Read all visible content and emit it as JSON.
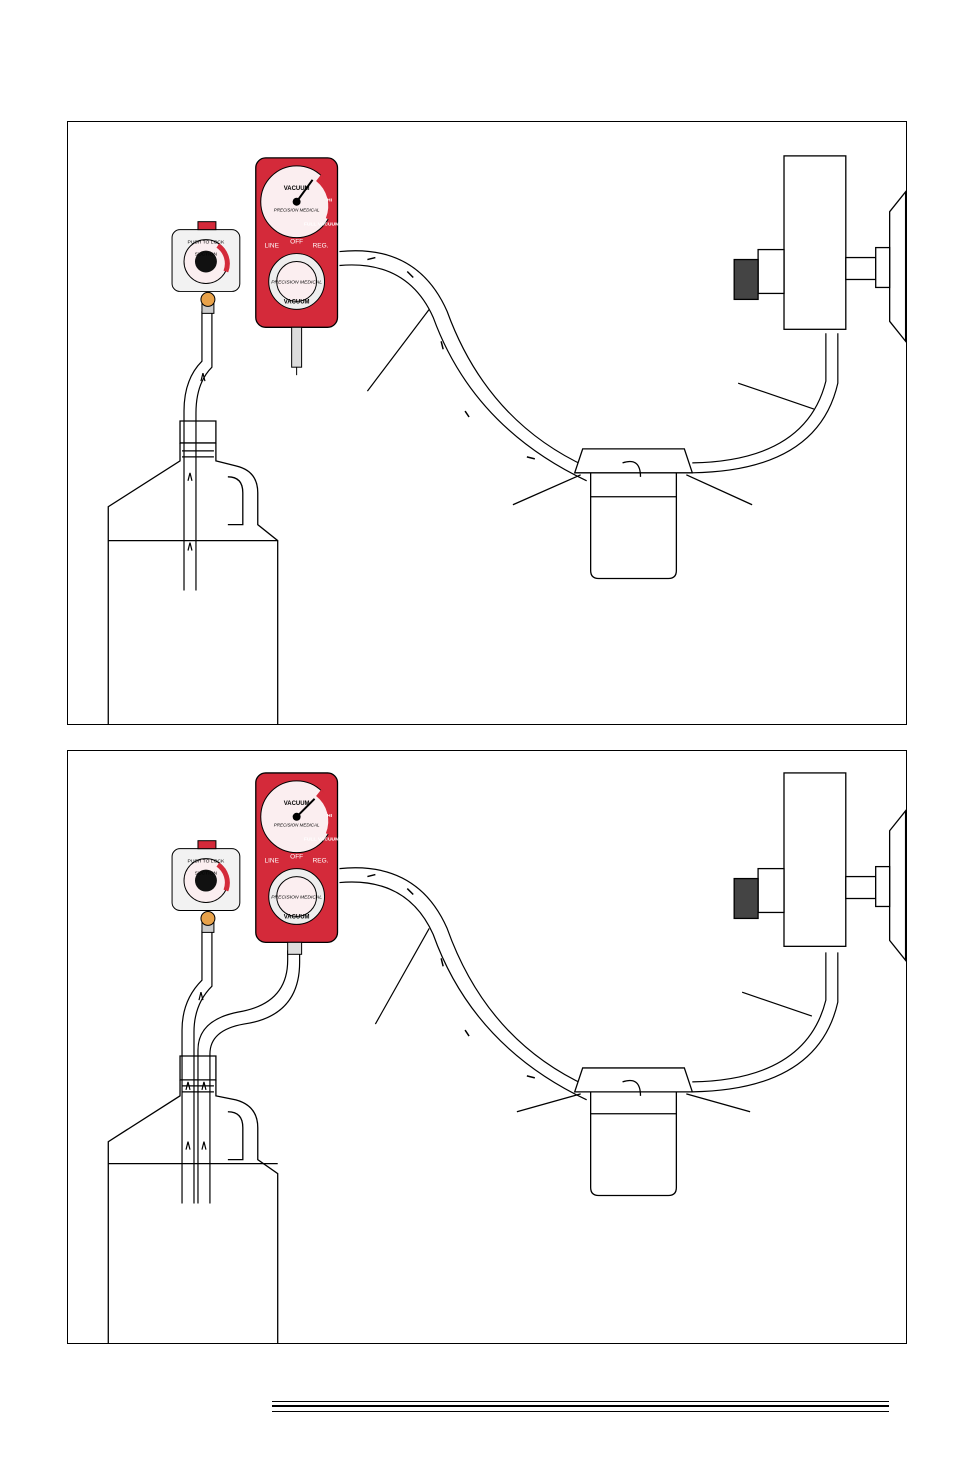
{
  "colors": {
    "regulator_red": "#d42a3a",
    "regulator_dark": "#9c1424",
    "gauge_face": "#fbeef0",
    "line": "#000000",
    "liquid": "#ffffff"
  },
  "panels": [
    {
      "id": "panel-1",
      "description_visible": false,
      "gauge_brand": "PRECISION MEDICAL",
      "gauge_label": "VACUUM",
      "gauge_zone_label": "FULL VACUUM",
      "gauge_hi_label": "HI",
      "selector_labels": {
        "left": "LINE",
        "center": "OFF",
        "right": "REG."
      },
      "knob_label": "VACUUM",
      "small_gauge_label": "SUCTION",
      "small_gauge_top": "PUSH TO LOCK"
    },
    {
      "id": "panel-2",
      "gauge_brand": "PRECISION MEDICAL",
      "gauge_label": "VACUUM",
      "gauge_zone_label": "FULL VACUUM",
      "gauge_hi_label": "HI",
      "selector_labels": {
        "left": "LINE",
        "center": "OFF",
        "right": "REG."
      },
      "knob_label": "VACUUM",
      "small_gauge_label": "SUCTION",
      "small_gauge_top": "PUSH TO LOCK"
    }
  ]
}
